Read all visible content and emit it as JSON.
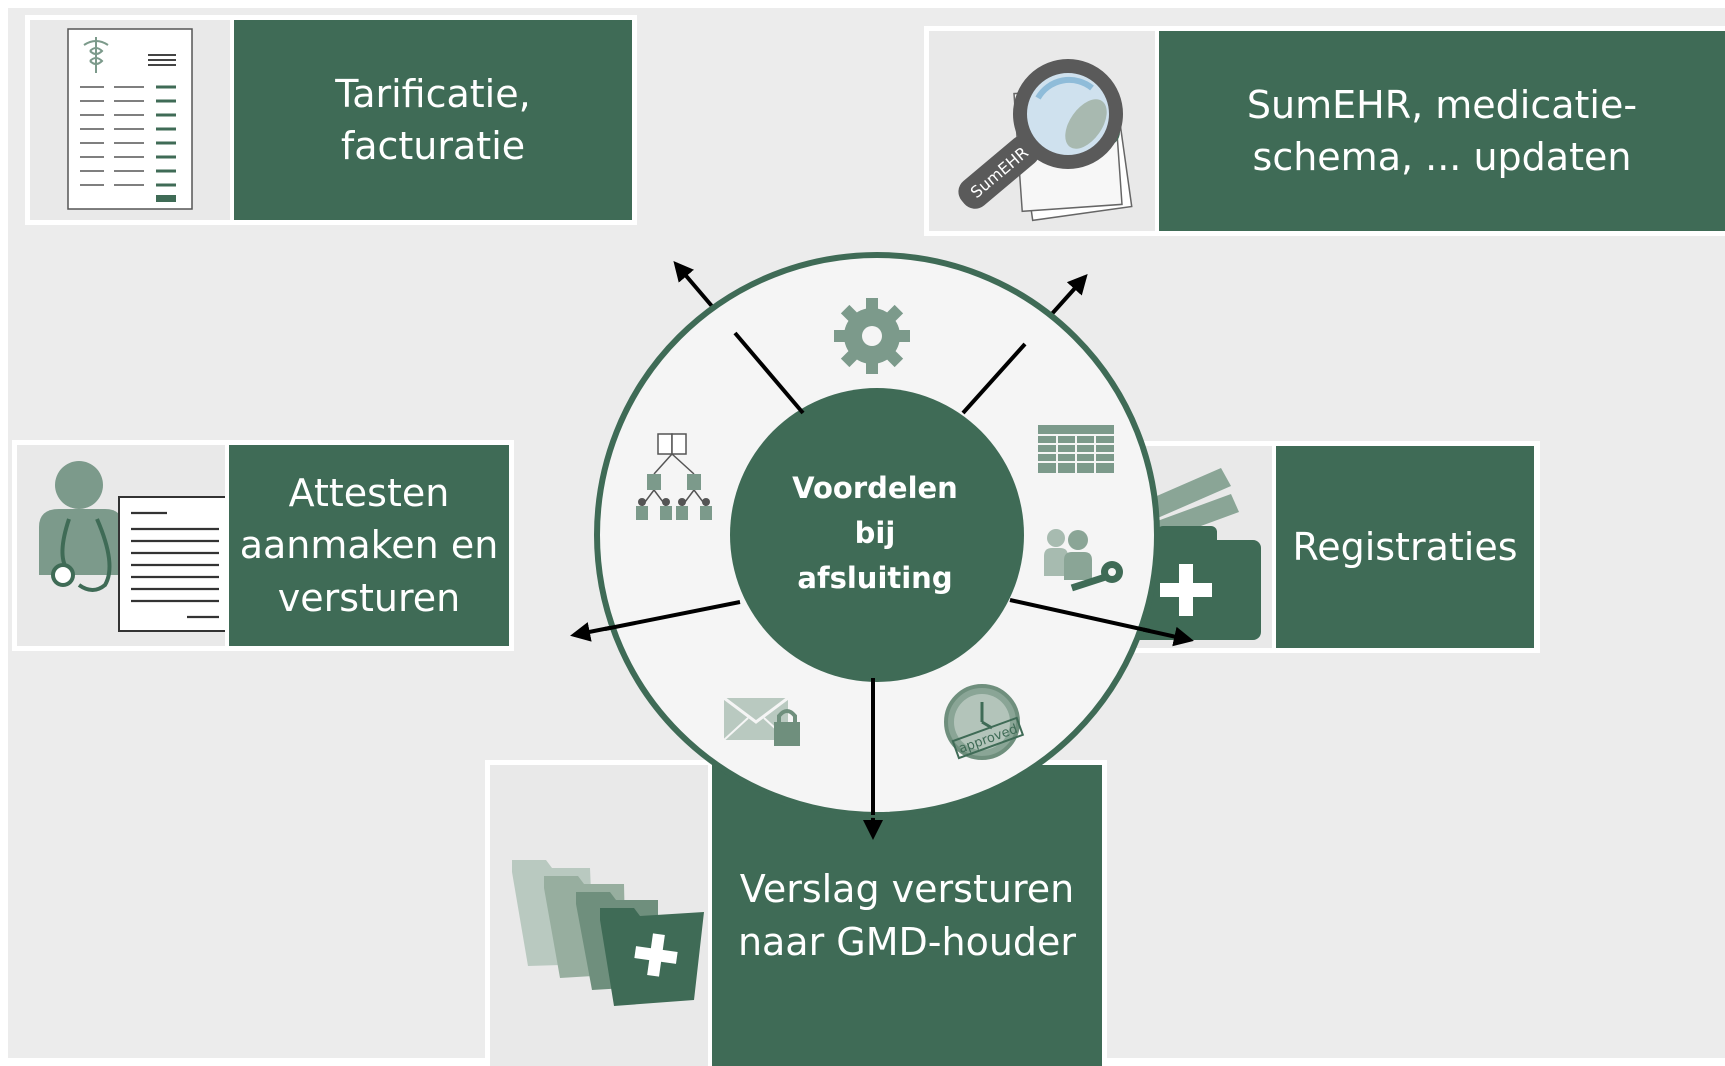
{
  "center": {
    "label": "Voordelen\nbij\nafsluiting"
  },
  "boxes": {
    "tarificatie": {
      "label": "Tarificatie,\nfacturatie",
      "icon": "invoice-document-icon"
    },
    "sumehr": {
      "label": "SumEHR, medicatie-\nschema, ... updaten",
      "icon": "magnifier-sumehr-icon",
      "icon_text": "SumEHR"
    },
    "attesten": {
      "label": "Attesten\naanmaken en\nversturen",
      "icon": "doctor-certificate-icon"
    },
    "registraties": {
      "label": "Registraties",
      "icon": "medical-bag-icon"
    },
    "verslag": {
      "label": "Verslag versturen\nnaar GMD-houder",
      "icon": "medical-folders-icon"
    }
  },
  "ring_icons": [
    "gear-icon",
    "spreadsheet-icon",
    "users-key-icon",
    "approved-clock-icon",
    "secure-mail-icon",
    "hierarchy-icon"
  ],
  "stamp_text": "approved",
  "colors": {
    "primary": "#3f6b56",
    "icon_gray": "#7c9a8b",
    "background": "#ececec",
    "ring_fill": "#f5f5f5"
  }
}
